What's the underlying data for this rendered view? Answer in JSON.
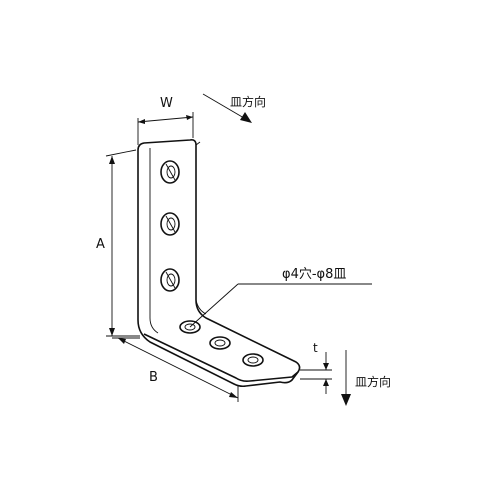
{
  "labels": {
    "width": "W",
    "height": "A",
    "base": "B",
    "thickness": "t",
    "hole_spec": "φ4穴-φ8皿",
    "countersink_dir_top": "皿方向",
    "countersink_dir_right": "皿方向"
  },
  "icons": {
    "direction_arrow": "arrow-icon",
    "hole": "countersunk-hole-icon"
  },
  "colors": {
    "line": "#111111",
    "background": "#ffffff"
  }
}
